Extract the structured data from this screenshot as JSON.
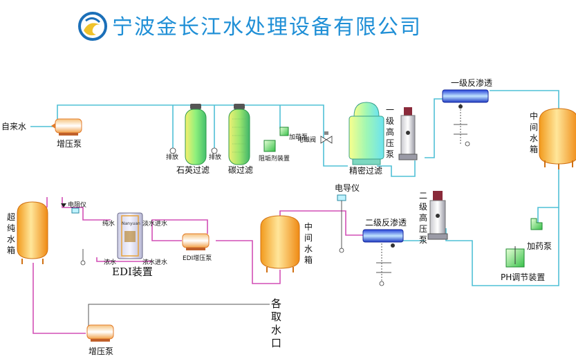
{
  "company_title": "宁波金长江水处理设备有限公司",
  "labels": {
    "tap_water": "自来水",
    "booster_pump_1": "增压泵",
    "drain_1": "排放",
    "drain_2": "排放",
    "quartz_filter": "石英过滤",
    "carbon_filter": "碳过滤",
    "dosing_pump_1": "加药泵",
    "scale_inhibitor": "阻垢剂装置",
    "solenoid_valve": "电磁阀",
    "precision_filter": "精密过滤",
    "hp_pump_1": [
      "一",
      "级",
      "高",
      "压",
      "泵"
    ],
    "ro_stage_1": "一级反渗透",
    "mid_tank_1": [
      "中",
      "间",
      "水",
      "箱"
    ],
    "conductivity_meter": "电导仪",
    "ro_stage_2": "二级反渗透",
    "hp_pump_2": [
      "二",
      "级",
      "高",
      "压",
      "泵"
    ],
    "dosing_pump_2": "加药泵",
    "ph_unit": "PH调节装置",
    "mid_tank_2": [
      "中",
      "间",
      "水",
      "箱"
    ],
    "edi_booster": "EDI增压泵",
    "edi_unit": "EDI装置",
    "pure_water": "纯水",
    "fresh_in": "淡水进水",
    "conc_water": "浓水",
    "conc_in": "浓水进水",
    "resistivity_meter": "电阻仪",
    "ultra_tank": [
      "超",
      "纯",
      "水",
      "箱"
    ],
    "outlets": [
      "各",
      "取",
      "水",
      "口"
    ],
    "booster_pump_2": "增压泵",
    "edi_brand": "Nanyuan"
  },
  "colors": {
    "title_blue": "#1f8fd6",
    "pipe_cyan": "#4fc0d6",
    "pipe_magenta": "#d24fb6"
  }
}
